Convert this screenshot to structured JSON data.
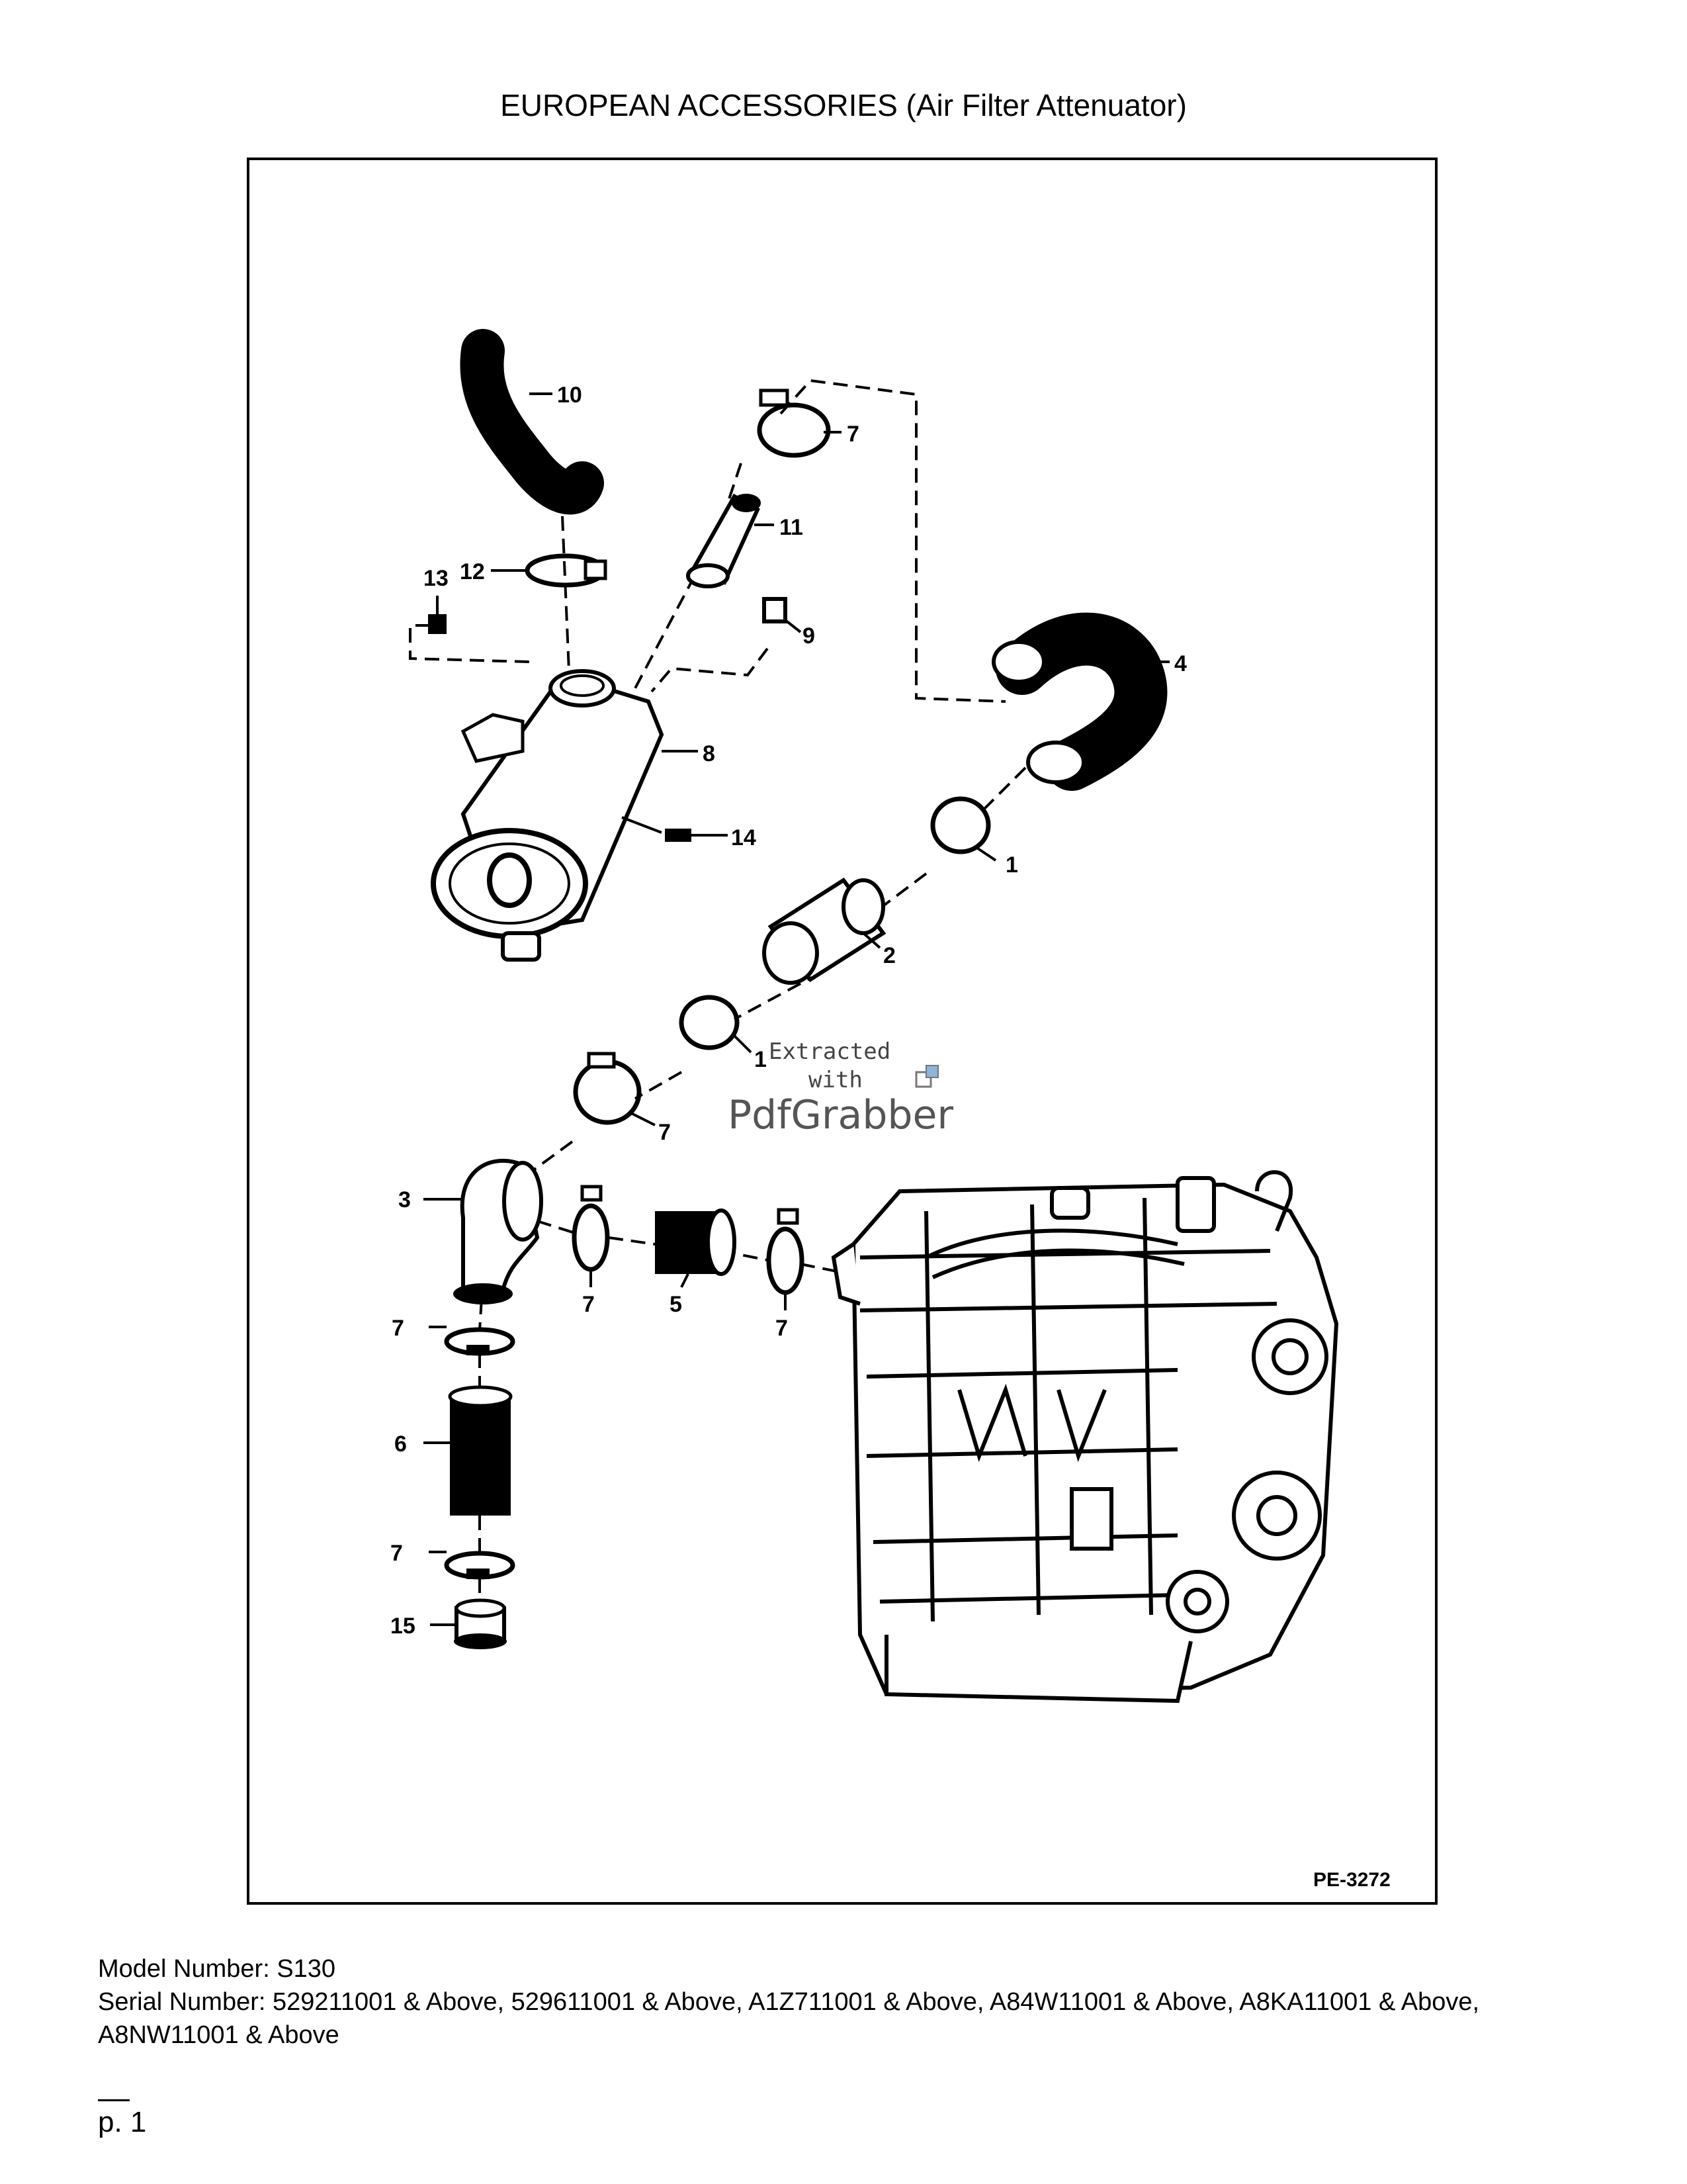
{
  "page": {
    "title": "EUROPEAN ACCESSORIES (Air Filter Attenuator)",
    "figure_id": "PE-3272",
    "model_number": "Model Number: S130",
    "serial_number": "Serial Number: 529211001 & Above, 529611001 & Above, A1Z711001 & Above, A84W11001 & Above, A8KA11001 & Above, A8NW11001 & Above",
    "page_number": "p. 1"
  },
  "watermark": {
    "line1": "Extracted",
    "line2": "with",
    "line3": "PdfGrabber"
  },
  "callouts": {
    "c10": "10",
    "c7a": "7",
    "c11": "11",
    "c12": "12",
    "c13": "13",
    "c9": "9",
    "c4": "4",
    "c8": "8",
    "c14": "14",
    "c1a": "1",
    "c2": "2",
    "c1b": "1",
    "c7b": "7",
    "c3": "3",
    "c7c": "7",
    "c5": "5",
    "c7d": "7",
    "c7e": "7",
    "c6": "6",
    "c7f": "7",
    "c15": "15"
  }
}
